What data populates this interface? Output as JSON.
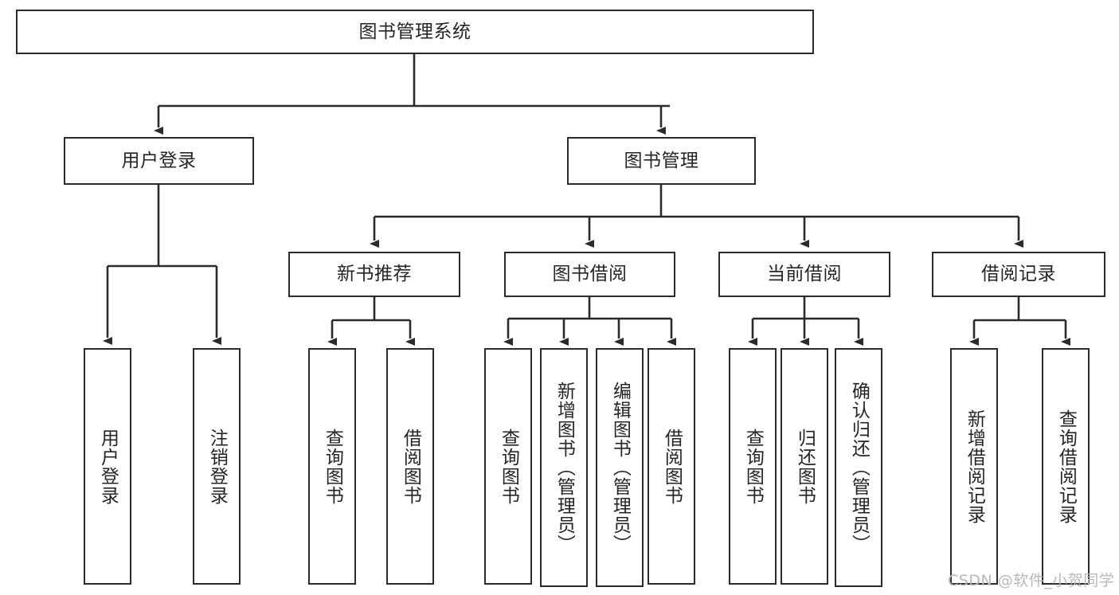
{
  "diagram": {
    "type": "hierarchy-tree",
    "title": "图书管理系统",
    "root": {
      "id": "root",
      "label": "图书管理系统",
      "orientation": "horizontal"
    },
    "level1": [
      {
        "id": "user-login",
        "label": "用户登录",
        "orientation": "horizontal"
      },
      {
        "id": "book-manage",
        "label": "图书管理",
        "orientation": "horizontal"
      }
    ],
    "level2": [
      {
        "id": "new-book-recommend",
        "label": "新书推荐",
        "orientation": "horizontal",
        "parent": "book-manage"
      },
      {
        "id": "book-borrow",
        "label": "图书借阅",
        "orientation": "horizontal",
        "parent": "book-manage"
      },
      {
        "id": "current-borrow",
        "label": "当前借阅",
        "orientation": "horizontal",
        "parent": "book-manage"
      },
      {
        "id": "borrow-record",
        "label": "借阅记录",
        "orientation": "horizontal",
        "parent": "book-manage"
      }
    ],
    "leaves": [
      {
        "id": "leaf-user-login",
        "label": "用户登录",
        "parent": "user-login",
        "orientation": "vertical"
      },
      {
        "id": "leaf-logout",
        "label": "注销登录",
        "parent": "user-login",
        "orientation": "vertical"
      },
      {
        "id": "leaf-query-book-1",
        "label": "查询图书",
        "parent": "new-book-recommend",
        "orientation": "vertical"
      },
      {
        "id": "leaf-borrow-book-1",
        "label": "借阅图书",
        "parent": "new-book-recommend",
        "orientation": "vertical"
      },
      {
        "id": "leaf-query-book-2",
        "label": "查询图书",
        "parent": "book-borrow",
        "orientation": "vertical"
      },
      {
        "id": "leaf-add-book",
        "label": "新增图书（管理员）",
        "parent": "book-borrow",
        "orientation": "vertical"
      },
      {
        "id": "leaf-edit-book",
        "label": "编辑图书（管理员）",
        "parent": "book-borrow",
        "orientation": "vertical"
      },
      {
        "id": "leaf-borrow-book-2",
        "label": "借阅图书",
        "parent": "book-borrow",
        "orientation": "vertical"
      },
      {
        "id": "leaf-query-book-3",
        "label": "查询图书",
        "parent": "current-borrow",
        "orientation": "vertical"
      },
      {
        "id": "leaf-return-book",
        "label": "归还图书",
        "parent": "current-borrow",
        "orientation": "vertical"
      },
      {
        "id": "leaf-confirm-return",
        "label": "确认归还（管理员）",
        "parent": "current-borrow",
        "orientation": "vertical"
      },
      {
        "id": "leaf-add-record",
        "label": "新增借阅记录",
        "parent": "borrow-record",
        "orientation": "vertical"
      },
      {
        "id": "leaf-query-record",
        "label": "查询借阅记录",
        "parent": "borrow-record",
        "orientation": "vertical"
      }
    ]
  },
  "watermark": {
    "text": "CSDN @软件_小贺同学"
  },
  "colors": {
    "background": "#ffffff",
    "border": "#2b2b2b",
    "line": "#2b2b2b",
    "text": "#252525",
    "watermark": "#b8b8b8"
  }
}
